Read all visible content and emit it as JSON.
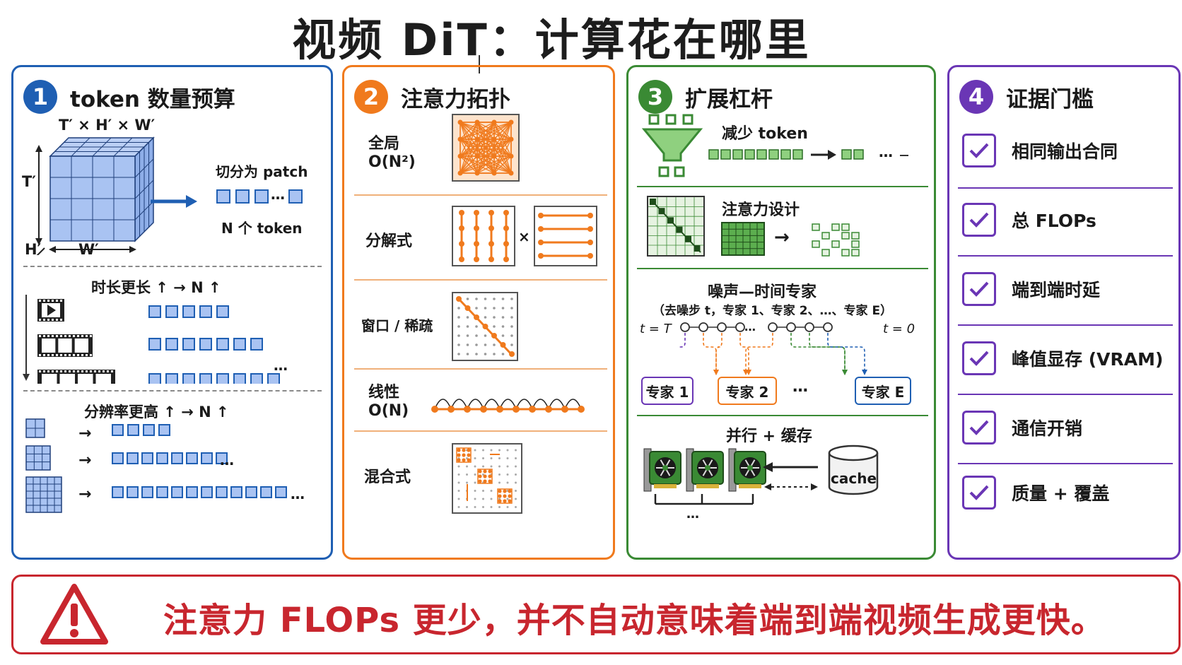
{
  "title": "视频 DiT：计算花在哪里",
  "colors": {
    "blue": "#1f5fb3",
    "orange": "#f07a1d",
    "green": "#3a8a34",
    "purple": "#6a36b5",
    "red": "#c8262e"
  },
  "panel1": {
    "badge": "1",
    "title": "token 数量预算",
    "cube_label": "T′ × H′ × W′",
    "axis_t": "T′",
    "axis_h": "H′",
    "axis_w": "W′",
    "patch_label": "切分为 patch",
    "n_token_label": "N 个 token",
    "duration_label": "时长更长 ↑ → N ↑",
    "resolution_label": "分辨率更高 ↑ → N ↑",
    "ellipsis": "…",
    "arrow": "→"
  },
  "panel2": {
    "badge": "2",
    "title": "注意力拓扑",
    "global_label": "全局",
    "global_complexity": "O(N²)",
    "factorized_label": "分解式",
    "times": "×",
    "window_label": "窗口 / 稀疏",
    "linear_label": "线性",
    "linear_complexity": "O(N)",
    "hybrid_label": "混合式"
  },
  "panel3": {
    "badge": "3",
    "title": "扩展杠杆",
    "reduce_label": "减少 token",
    "ellipsis": "…",
    "attn_design_label": "注意力设计",
    "arrow": "→",
    "noise_title": "噪声—时间专家",
    "noise_sub": "（去噪步 t，专家 1、专家 2、…、专家 E）",
    "t_start": "t = T",
    "t_end": "t = 0",
    "experts": [
      "专家 1",
      "专家 2",
      "专家 E"
    ],
    "parallel_label": "并行 + 缓存",
    "cache_label": "cache"
  },
  "panel4": {
    "badge": "4",
    "title": "证据门槛",
    "items": [
      "相同输出合同",
      "总 FLOPs",
      "端到端时延",
      "峰值显存 (VRAM)",
      "通信开销",
      "质量 + 覆盖"
    ]
  },
  "warning": {
    "text": "注意力 FLOPs 更少，并不自动意味着端到端视频生成更快。"
  }
}
